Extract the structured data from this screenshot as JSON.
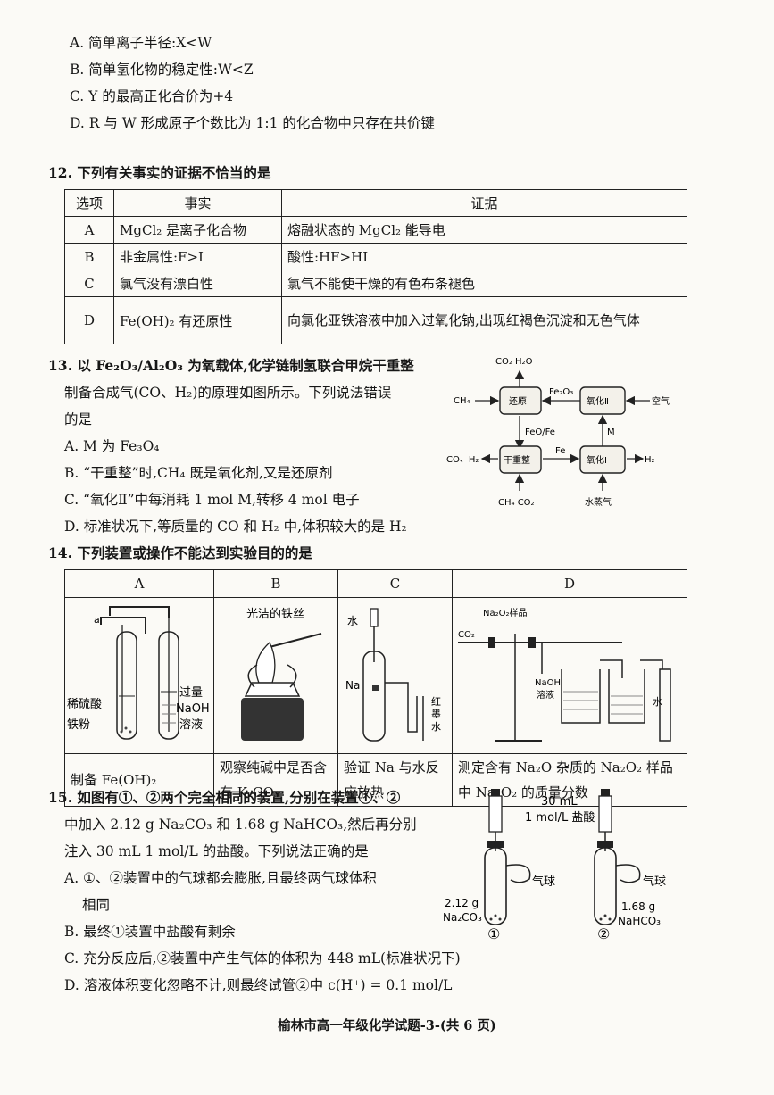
{
  "q11": {
    "A": "A. 简单离子半径:X<W",
    "B": "B. 简单氢化物的稳定性:W<Z",
    "C": "C. Y 的最高正化合价为+4",
    "D": "D. R 与 W 形成原子个数比为 1:1 的化合物中只存在共价键"
  },
  "q12": {
    "stem": "12. 下列有关事实的证据不恰当的是",
    "headers": [
      "选项",
      "事实",
      "证据"
    ],
    "rows": [
      {
        "opt": "A",
        "fact": "MgCl₂ 是离子化合物",
        "evidence": "熔融状态的 MgCl₂ 能导电"
      },
      {
        "opt": "B",
        "fact": "非金属性:F>I",
        "evidence": "酸性:HF>HI"
      },
      {
        "opt": "C",
        "fact": "氯气没有漂白性",
        "evidence": "氯气不能使干燥的有色布条褪色"
      },
      {
        "opt": "D",
        "fact": "Fe(OH)₂ 有还原性",
        "evidence": "向氯化亚铁溶液中加入过氧化钠,出现红褐色沉淀和无色气体"
      }
    ]
  },
  "q13": {
    "stem1": "13. 以 Fe₂O₃/Al₂O₃ 为氧载体,化学链制氢联合甲烷干重整",
    "stem2": "制备合成气(CO、H₂)的原理如图所示。下列说法错误",
    "stem3": "的是",
    "A": "A. M 为 Fe₃O₄",
    "B": "B. “干重整”时,CH₄ 既是氧化剂,又是还原剂",
    "C": "C. “氧化Ⅱ”中每消耗 1 mol M,转移 4 mol 电子",
    "D": "D. 标准状况下,等质量的 CO 和 H₂ 中,体积较大的是 H₂",
    "diagram": {
      "top": "CO₂ H₂O",
      "ch4": "CH₄",
      "reduce": "还原",
      "fe2o3": "Fe₂O₃",
      "ox2": "氧化Ⅱ",
      "air": "空气",
      "feo": "FeO/Fe",
      "m": "M",
      "coh2": "CO、H₂",
      "dry": "干重整",
      "fe": "Fe",
      "ox1": "氧化Ⅰ",
      "h2": "H₂",
      "ch4co2": "CH₄ CO₂",
      "steam": "水蒸气"
    }
  },
  "q14": {
    "stem": "14. 下列装置或操作不能达到实验目的的是",
    "headers": [
      "A",
      "B",
      "C",
      "D"
    ],
    "labels": [
      "制备 Fe(OH)₂",
      "观察纯碱中是否含有 K₂CO₃",
      "验证 Na 与水反应放热",
      "测定含有 Na₂O 杂质的 Na₂O₂ 样品中 Na₂O₂ 的质量分数"
    ],
    "figA": {
      "a": "a",
      "acid": "稀硫酸",
      "iron": "铁粉",
      "excess": "过量",
      "naoh": "NaOH",
      "sol": "溶液"
    },
    "figB": {
      "wire": "光洁的铁丝"
    },
    "figC": {
      "water": "水",
      "na": "Na",
      "ink1": "红",
      "ink2": "墨",
      "ink3": "水"
    },
    "figD": {
      "co2": "CO₂",
      "sample": "Na₂O₂样品",
      "naoh": "NaOH",
      "sol": "溶液",
      "water": "水"
    }
  },
  "q15": {
    "stem1": "15. 如图有①、②两个完全相同的装置,分别在装置①、②",
    "stem2": "中加入 2.12 g Na₂CO₃ 和 1.68 g NaHCO₃,然后再分别",
    "stem3": "注入 30 mL 1 mol/L 的盐酸。下列说法正确的是",
    "A1": "A. ①、②装置中的气球都会膨胀,且最终两气球体积",
    "A2": "相同",
    "B": "B. 最终①装置中盐酸有剩余",
    "C": "C. 充分反应后,②装置中产生气体的体积为 448 mL(标准状况下)",
    "D": "D. 溶液体积变化忽略不计,则最终试管②中 c(H⁺) = 0.1 mol/L",
    "fig": {
      "vol": "30 mL",
      "acid": "1 mol/L 盐酸",
      "balloon1": "气球",
      "balloon2": "气球",
      "m1": "2.12 g",
      "s1": "Na₂CO₃",
      "m2": "1.68 g",
      "s2": "NaHCO₃",
      "n1": "①",
      "n2": "②"
    }
  },
  "footer": "榆林市高一年级化学试题-3-(共 6 页)"
}
